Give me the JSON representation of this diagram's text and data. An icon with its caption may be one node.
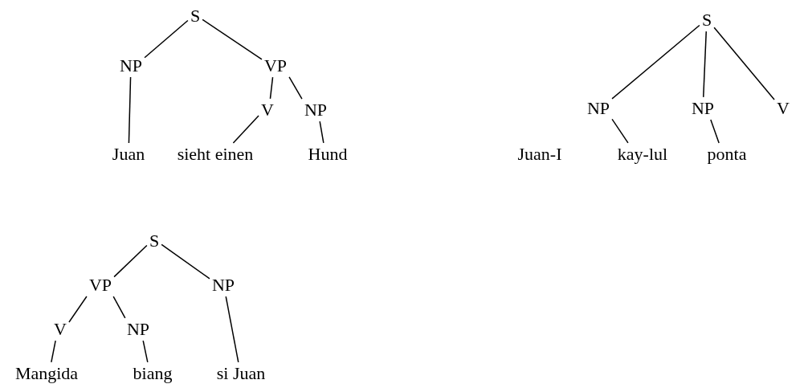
{
  "diagram": {
    "nodes": [
      {
        "text": [
          "S"
        ]
      },
      {
        "text": [
          "NP"
        ]
      },
      {
        "text": [
          "VP"
        ]
      },
      {
        "text": [
          "V"
        ]
      },
      {
        "text": [
          "NP"
        ]
      },
      {
        "text": [
          "Juan"
        ]
      },
      {
        "text": [
          "sieht einen"
        ]
      },
      {
        "text": [
          "Hund"
        ]
      },
      {
        "text": [
          "S"
        ]
      },
      {
        "text": [
          "NP"
        ]
      },
      {
        "text": [
          "NP"
        ]
      },
      {
        "text": [
          "V"
        ]
      },
      {
        "text": [
          "Juan-I"
        ]
      },
      {
        "text": [
          "kay-lul"
        ]
      },
      {
        "text": [
          "ponta"
        ]
      },
      {
        "text": [
          "S"
        ]
      },
      {
        "text": [
          "VP"
        ]
      },
      {
        "text": [
          "NP"
        ]
      },
      {
        "text": [
          "V"
        ]
      },
      {
        "text": [
          "NP"
        ]
      },
      {
        "text": [
          "Mangida"
        ]
      },
      {
        "text": [
          "biang"
        ]
      },
      {
        "text": [
          "si Juan"
        ]
      }
    ],
    "edges": [
      {
        "from": 0,
        "to": 1,
        "arrow": "none"
      },
      {
        "from": 0,
        "to": 2,
        "arrow": "none"
      },
      {
        "from": 2,
        "to": 3,
        "arrow": "none"
      },
      {
        "from": 2,
        "to": 4,
        "arrow": "none"
      },
      {
        "from": 1,
        "to": 5,
        "arrow": "none"
      },
      {
        "from": 3,
        "to": 6,
        "arrow": "none"
      },
      {
        "from": 4,
        "to": 7,
        "arrow": "none"
      },
      {
        "from": 8,
        "to": 9,
        "arrow": "none"
      },
      {
        "from": 8,
        "to": 10,
        "arrow": "none"
      },
      {
        "from": 8,
        "to": 11,
        "arrow": "none"
      },
      {
        "from": 9,
        "to": 13,
        "arrow": "none"
      },
      {
        "from": 10,
        "to": 14,
        "arrow": "none"
      },
      {
        "from": 15,
        "to": 16,
        "arrow": "none"
      },
      {
        "from": 15,
        "to": 17,
        "arrow": "none"
      },
      {
        "from": 16,
        "to": 18,
        "arrow": "none"
      },
      {
        "from": 16,
        "to": 19,
        "arrow": "none"
      },
      {
        "from": 18,
        "to": 20,
        "arrow": "none"
      },
      {
        "from": 19,
        "to": 21,
        "arrow": "none"
      },
      {
        "from": 17,
        "to": 22,
        "arrow": "none"
      }
    ]
  }
}
